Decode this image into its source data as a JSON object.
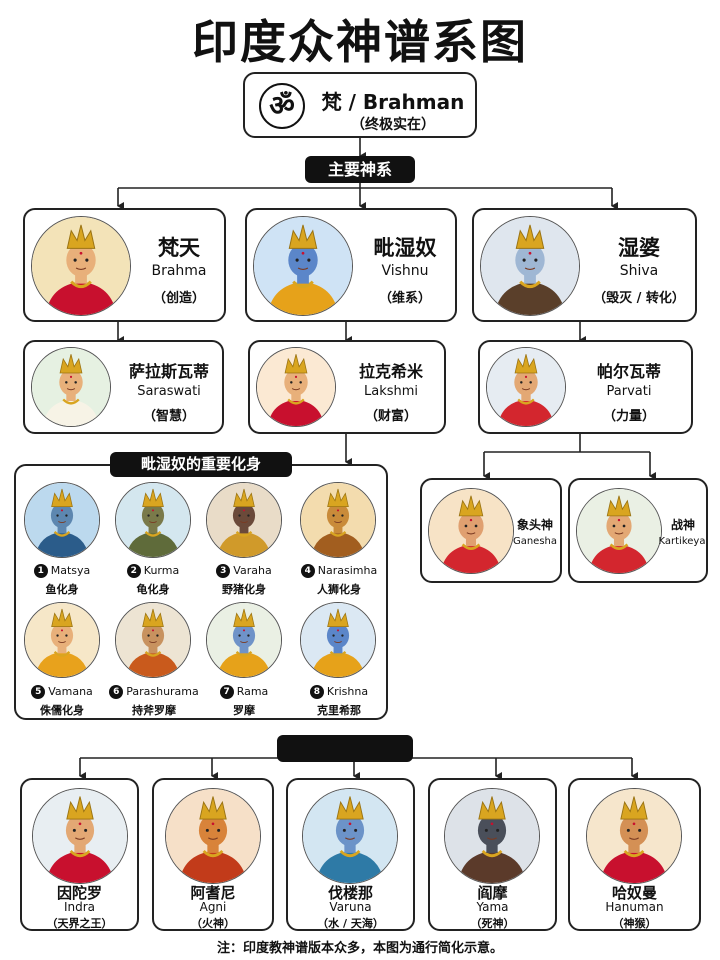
{
  "title": "印度众神谱系图",
  "root": {
    "symbol": "ॐ",
    "name": "梵 / Brahman",
    "subtitle": "（终极实在）"
  },
  "main_label": "主要神系",
  "trimurti": [
    {
      "cn": "梵天",
      "en": "Brahma",
      "role": "（创造）",
      "colors": {
        "bg": "#f3e3b8",
        "skin": "#e8b07a",
        "robe": "#c8102e"
      }
    },
    {
      "cn": "毗湿奴",
      "en": "Vishnu",
      "role": "（维系）",
      "colors": {
        "bg": "#cfe3f5",
        "skin": "#5b86c9",
        "robe": "#e6a21a"
      }
    },
    {
      "cn": "湿婆",
      "en": "Shiva",
      "role": "（毁灭 / 转化）",
      "colors": {
        "bg": "#dfe6ee",
        "skin": "#9fb7d4",
        "robe": "#5a3f2a"
      }
    }
  ],
  "consorts": [
    {
      "cn": "萨拉斯瓦蒂",
      "en": "Saraswati",
      "role": "（智慧）",
      "colors": {
        "bg": "#e6f1e2",
        "skin": "#e8b07a",
        "robe": "#f7f3e6"
      }
    },
    {
      "cn": "拉克希米",
      "en": "Lakshmi",
      "role": "（财富）",
      "colors": {
        "bg": "#fbe9d3",
        "skin": "#e8b07a",
        "robe": "#c8102e"
      }
    },
    {
      "cn": "帕尔瓦蒂",
      "en": "Parvati",
      "role": "（力量）",
      "colors": {
        "bg": "#e6ecf2",
        "skin": "#e3a874",
        "robe": "#d3262e"
      }
    }
  ],
  "avatars_label": "毗湿奴的重要化身",
  "avatars": [
    {
      "num": "1",
      "en": "Matsya",
      "cn": "鱼化身",
      "colors": {
        "bg": "#bcd9ee",
        "skin": "#5d87b0",
        "robe": "#2b5c8a"
      }
    },
    {
      "num": "2",
      "en": "Kurma",
      "cn": "龟化身",
      "colors": {
        "bg": "#d4e7ef",
        "skin": "#7a7a4a",
        "robe": "#5f6b3a"
      }
    },
    {
      "num": "3",
      "en": "Varaha",
      "cn": "野猪化身",
      "colors": {
        "bg": "#e9dcc8",
        "skin": "#6b4a3a",
        "robe": "#d09a2a"
      }
    },
    {
      "num": "4",
      "en": "Narasimha",
      "cn": "人狮化身",
      "colors": {
        "bg": "#f3dcae",
        "skin": "#c98b3a",
        "robe": "#a25e1f"
      }
    },
    {
      "num": "5",
      "en": "Vamana",
      "cn": "侏儒化身",
      "colors": {
        "bg": "#f6e7c8",
        "skin": "#e8b07a",
        "robe": "#e8a21c"
      }
    },
    {
      "num": "6",
      "en": "Parashurama",
      "cn": "持斧罗摩",
      "colors": {
        "bg": "#ede4d3",
        "skin": "#c8925f",
        "robe": "#c95a1c"
      }
    },
    {
      "num": "7",
      "en": "Rama",
      "cn": "罗摩",
      "colors": {
        "bg": "#eaf0e4",
        "skin": "#6f93c8",
        "robe": "#e6a21a"
      }
    },
    {
      "num": "8",
      "en": "Krishna",
      "cn": "克里希那",
      "colors": {
        "bg": "#dbe8f3",
        "skin": "#5b86c9",
        "robe": "#e6a21a"
      }
    }
  ],
  "sons": [
    {
      "cn": "象头神",
      "en": "Ganesha",
      "colors": {
        "bg": "#f7e3c6",
        "skin": "#e0a070",
        "robe": "#d3262e"
      }
    },
    {
      "cn": "战神",
      "en": "Kartikeya",
      "colors": {
        "bg": "#eaf0e4",
        "skin": "#e3a874",
        "robe": "#d3262e"
      }
    }
  ],
  "other_label": "",
  "others": [
    {
      "cn": "因陀罗",
      "en": "Indra",
      "role": "（天界之王）",
      "colors": {
        "bg": "#e8eef2",
        "skin": "#e3a874",
        "robe": "#c8102e"
      }
    },
    {
      "cn": "阿耆尼",
      "en": "Agni",
      "role": "（火神）",
      "colors": {
        "bg": "#f6e0c8",
        "skin": "#d8833a",
        "robe": "#c23b1a"
      }
    },
    {
      "cn": "伐楼那",
      "en": "Varuna",
      "role": "（水 / 天海）",
      "colors": {
        "bg": "#d3e6f2",
        "skin": "#6c93c8",
        "robe": "#2e7aa6"
      }
    },
    {
      "cn": "阎摩",
      "en": "Yama",
      "role": "（死神）",
      "colors": {
        "bg": "#dde2e8",
        "skin": "#4a4f5a",
        "robe": "#5b3a2a"
      }
    },
    {
      "cn": "哈奴曼",
      "en": "Hanuman",
      "role": "（神猴）",
      "colors": {
        "bg": "#f6e6cc",
        "skin": "#d49055",
        "robe": "#c8102e"
      }
    }
  ],
  "note": "注：印度教神谱版本众多，本图为通行简化示意。"
}
